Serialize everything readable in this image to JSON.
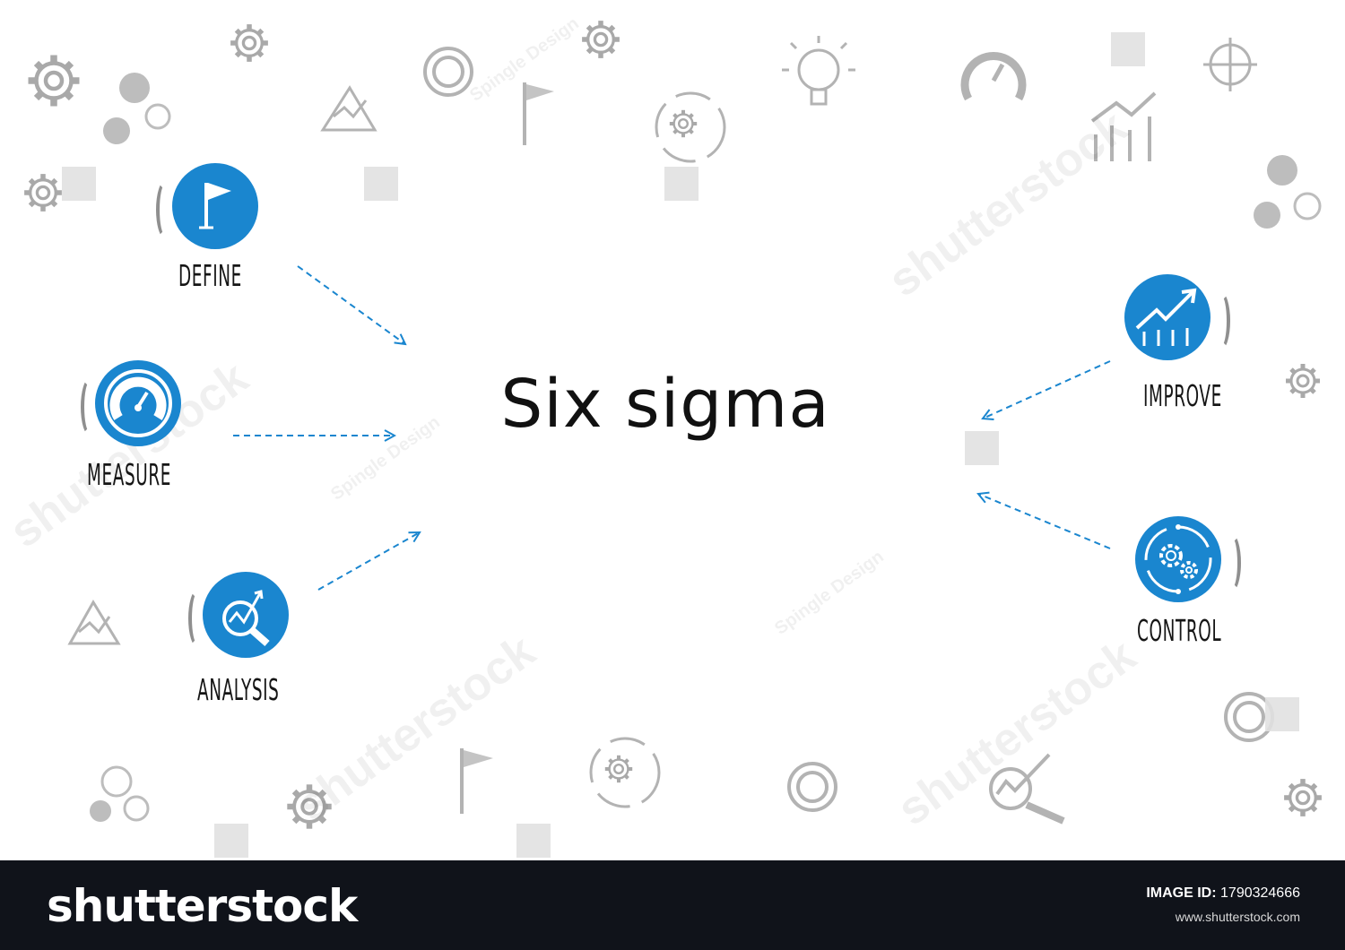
{
  "title": "Six sigma",
  "accent_color": "#1a86cf",
  "phases": [
    {
      "label": "DEFINE",
      "icon": "flag-icon",
      "target": "six-sigma"
    },
    {
      "label": "MEASURE",
      "icon": "gauge-icon",
      "target": "six-sigma"
    },
    {
      "label": "ANALYSIS",
      "icon": "magnifier-chart-icon",
      "target": "six-sigma"
    },
    {
      "label": "IMPROVE",
      "icon": "growth-chart-icon",
      "target": "six-sigma"
    },
    {
      "label": "CONTROL",
      "icon": "gears-cycle-icon",
      "target": "six-sigma"
    }
  ],
  "watermarks": {
    "brand": "shutterstock",
    "designer": "Spingle Design"
  },
  "footer": {
    "brand": "shutterstock",
    "image_id_label": "IMAGE ID:",
    "image_id": "1790324666",
    "site": "www.shutterstock.com"
  }
}
